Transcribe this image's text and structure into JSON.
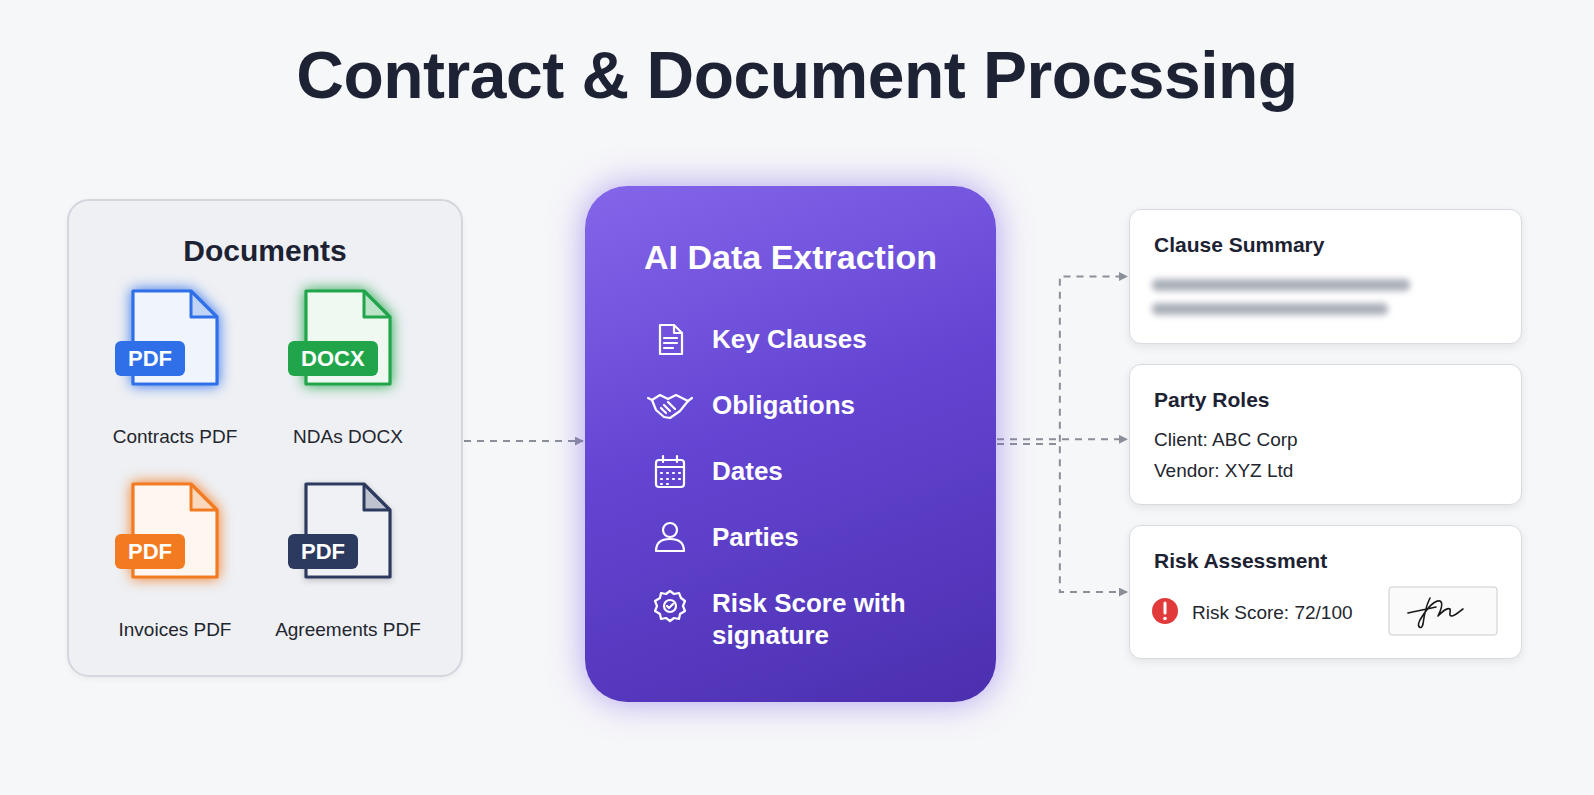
{
  "diagram": {
    "title": "Contract & Document Procssing",
    "nodes": [
      {
        "text": [
          "Documents"
        ]
      },
      {
        "text": [
          "PDF",
          "Contracts PDF"
        ],
        "in": 0
      },
      {
        "text": [
          "DOCX",
          "NDAs DOCX"
        ],
        "in": 0
      },
      {
        "text": [
          "PDF",
          "Invoices PDF"
        ],
        "in": 0
      },
      {
        "text": [
          "PDF",
          "Agreements PDF"
        ],
        "in": 0
      },
      {
        "text": [
          "AI Data Extraction",
          "Key Clauses",
          "Obligations",
          "Dates",
          "Parties",
          "Risk Score with signature"
        ]
      },
      {
        "text": [
          "Clause Summary"
        ]
      },
      {
        "text": [
          "Party Roles",
          "Client: ABC Corp",
          "Vendor: XYZ Ltd"
        ]
      },
      {
        "text": [
          "Risk Assessment",
          "Risk Score: 72/100"
        ]
      }
    ],
    "edges": [
      {
        "from": 0,
        "to": 5,
        "arrow": "to"
      },
      {
        "from": 5,
        "to": 6,
        "arrow": "to"
      },
      {
        "from": 5,
        "to": 7,
        "arrow": "to"
      },
      {
        "from": 5,
        "to": 8,
        "arrow": "to"
      }
    ]
  }
}
